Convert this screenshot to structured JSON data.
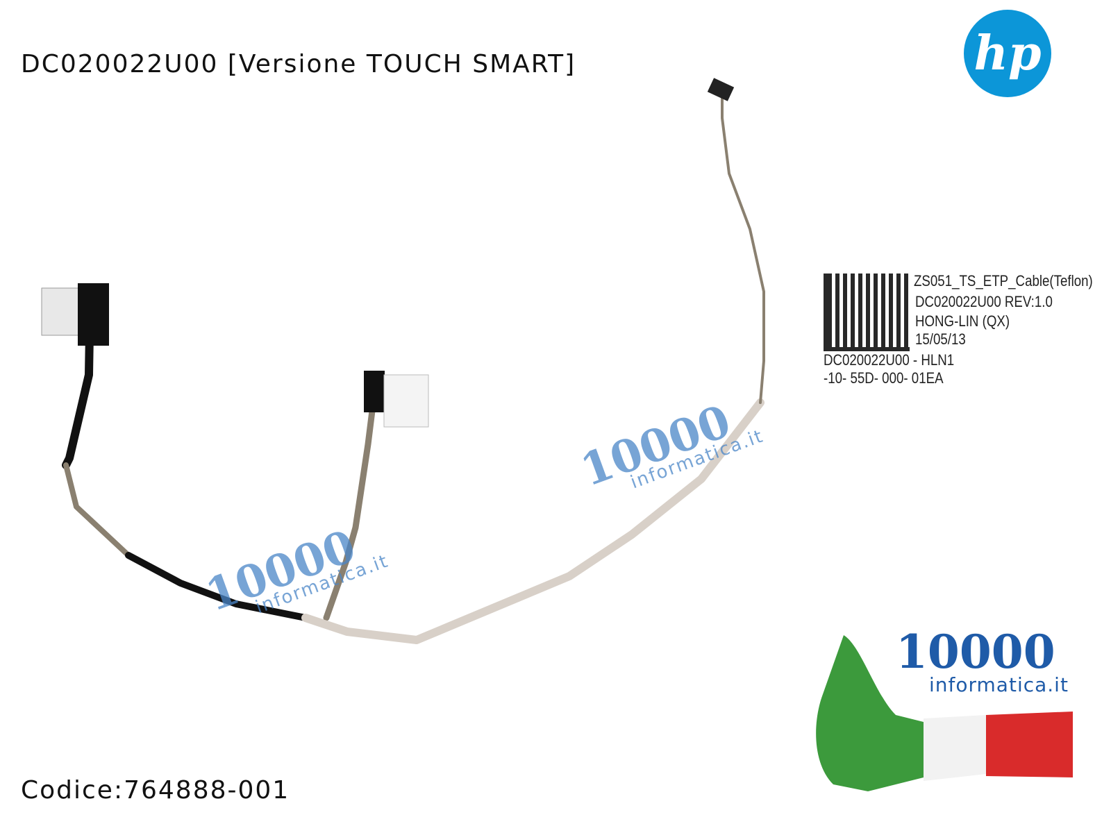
{
  "title": "DC020022U00 [Versione TOUCH SMART]",
  "code": "Codice:764888-001",
  "logo": {
    "text": "hp",
    "color": "#0c96d8"
  },
  "cable_label": {
    "lines": [
      "ZS051_TS_ETP_Cable(Teflon)",
      "DC020022U00  REV:1.0",
      "HONG-LIN  (QX)",
      "15/05/13",
      "DC020022U00 - HLN1",
      "-10- 55D- 000- 01EA"
    ]
  },
  "watermark": {
    "number": "10000",
    "site": "informatica.it",
    "color": "#4a86c8"
  },
  "badge": {
    "number": "10000",
    "site": "informatica.it",
    "color": "#1f5ba8"
  }
}
